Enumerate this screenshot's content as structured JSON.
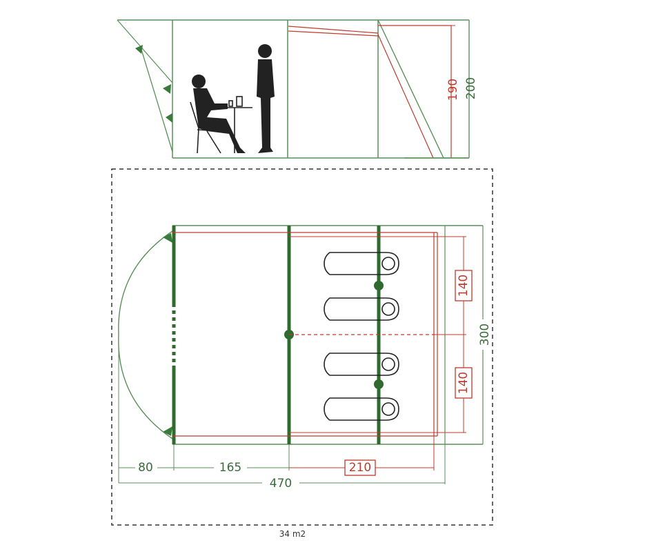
{
  "colors": {
    "green": "#2f6b2f",
    "green_light": "#5a8f5a",
    "red": "#c0392b",
    "dark": "#222222"
  },
  "side_view": {
    "outer_height": "200",
    "inner_height": "190"
  },
  "floor_plan": {
    "bedroom_width_top": "140",
    "bedroom_width_bottom": "140",
    "total_width": "300",
    "porch_length": "80",
    "living_length": "165",
    "bedroom_length": "210",
    "total_length": "470"
  },
  "footer": {
    "area": "34 m2"
  }
}
